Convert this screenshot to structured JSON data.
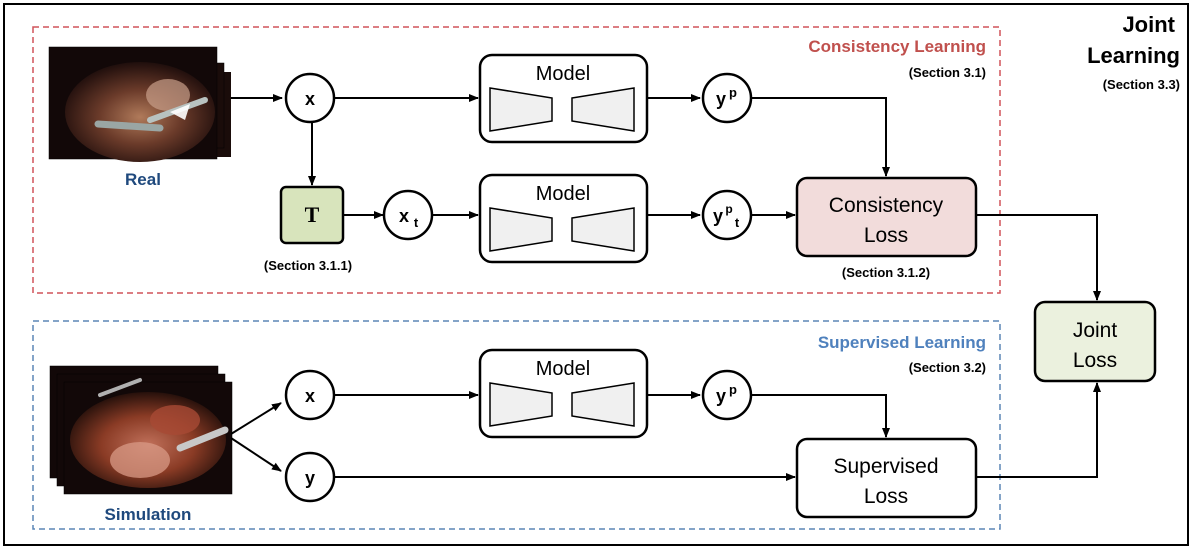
{
  "frame": {
    "title_line1": "Joint",
    "title_line2": "Learning",
    "section": "(Section 3.3)"
  },
  "consistency": {
    "title": "Consistency Learning",
    "section": "(Section 3.1)",
    "title_color": "#c0504d",
    "border_color": "#d0535a"
  },
  "supervised": {
    "title": "Supervised Learning",
    "section": "(Section 3.2)",
    "title_color": "#4f81bd",
    "border_color": "#5b85b5"
  },
  "inputs": {
    "real_label": "Real",
    "sim_label": "Simulation",
    "label_color": "#1f497d"
  },
  "nodes": {
    "x": "x",
    "xt": "x",
    "xt_sub": "t",
    "y_sym": "y",
    "p_sup": "p",
    "t_sub": "t",
    "y": "y"
  },
  "transform": {
    "label": "T",
    "section": "(Section 3.1.1)",
    "fill": "#d8e4bc"
  },
  "model": {
    "label": "Model"
  },
  "losses": {
    "consistency_line1": "Consistency",
    "consistency_line2": "Loss",
    "consistency_section": "(Section 3.1.2)",
    "consistency_fill": "#f2dcdb",
    "supervised_line1": "Supervised",
    "supervised_line2": "Loss",
    "joint_line1": "Joint",
    "joint_line2": "Loss",
    "joint_fill": "#ebf1de"
  }
}
